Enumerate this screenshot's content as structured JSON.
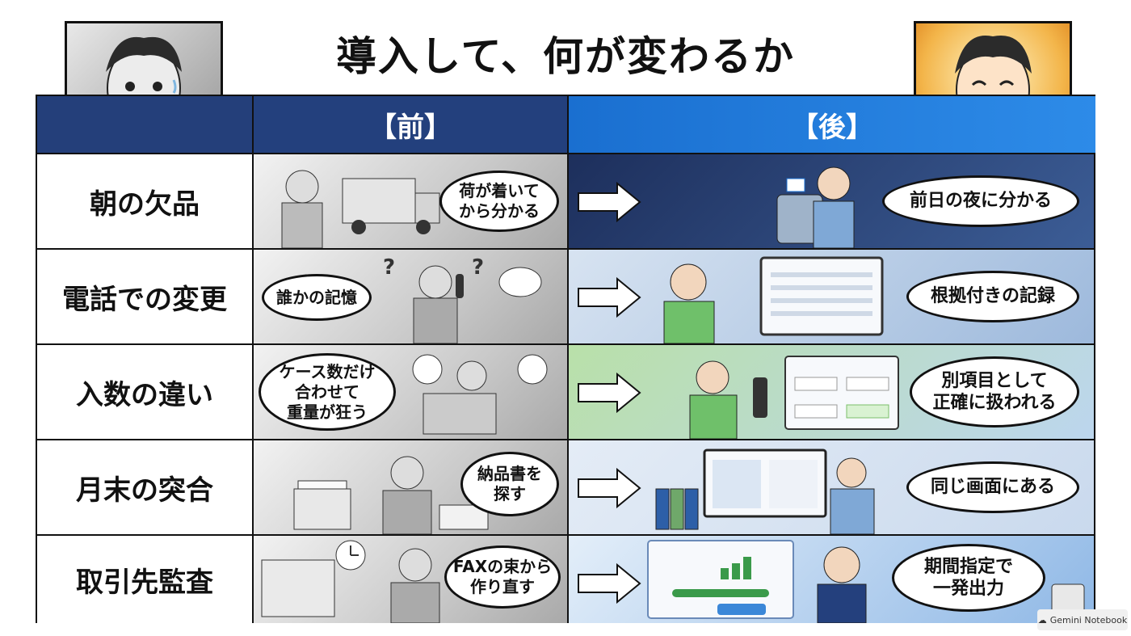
{
  "title": "導入して、何が変わるか",
  "header": {
    "before": "【前】",
    "after": "【後】"
  },
  "rows": [
    {
      "label": "朝の欠品",
      "before_bubble": [
        "荷が着いて",
        "から分かる"
      ],
      "after_bubble": [
        "前日の夜に分かる"
      ]
    },
    {
      "label": "電話での変更",
      "before_bubble": [
        "誰かの記憶"
      ],
      "after_bubble": [
        "根拠付きの記録"
      ]
    },
    {
      "label": "入数の違い",
      "before_bubble": [
        "ケース数だけ",
        "合わせて",
        "重量が狂う"
      ],
      "after_bubble": [
        "別項目として",
        "正確に扱われる"
      ]
    },
    {
      "label": "月末の突合",
      "before_bubble": [
        "納品書を",
        "探す"
      ],
      "after_bubble": [
        "同じ画面にある"
      ]
    },
    {
      "label": "取引先監査",
      "before_bubble": [
        "FAXの束から",
        "作り直す"
      ],
      "after_bubble": [
        "期間指定で",
        "一発出力"
      ]
    }
  ],
  "badge": "Gemini Notebook",
  "colors": {
    "header_before": "#23407d",
    "header_after": "#2d8be8",
    "arrow": "#ffffff"
  }
}
